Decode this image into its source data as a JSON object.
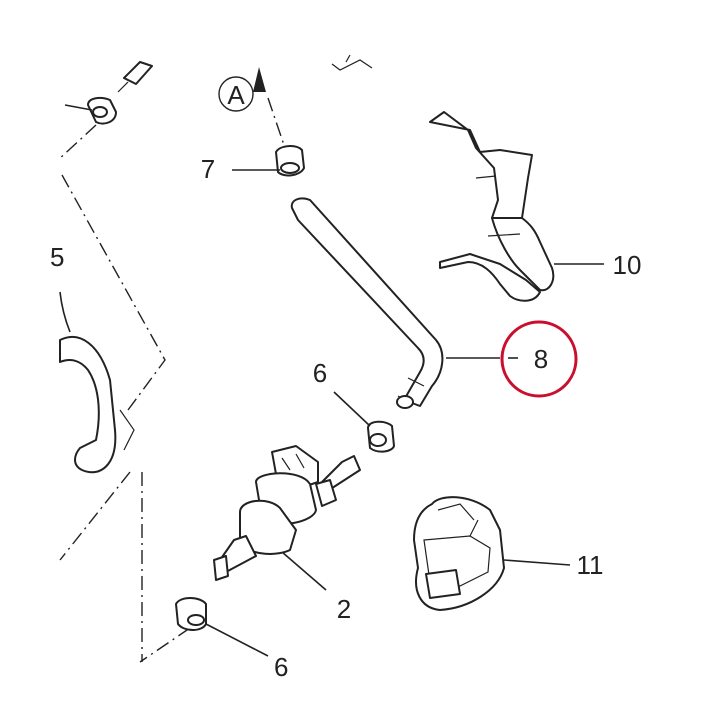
{
  "diagram": {
    "callouts": {
      "ref_a": "A",
      "p7": "7",
      "p10": "10",
      "p8": "8",
      "p6": "6",
      "p11": "11",
      "p2": "2",
      "p5_partial": "5",
      "p_bottom_partial": "6"
    },
    "highlight_color": "#c8102e"
  }
}
